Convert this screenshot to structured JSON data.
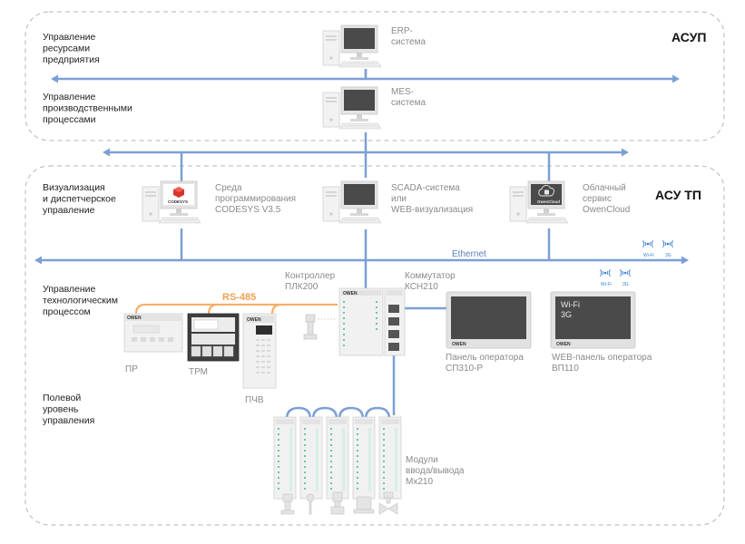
{
  "zones": {
    "top_title": "АСУП",
    "bottom_title": "АСУ ТП"
  },
  "levels": {
    "resource": [
      "Управление",
      "ресурсами",
      "предприятия"
    ],
    "production": [
      "Управление",
      "производственными",
      "процессами"
    ],
    "dispatch": [
      "Визуализация",
      "и диспетчерское",
      "управление"
    ],
    "process": [
      "Управление",
      "технологическим",
      "процессом"
    ],
    "field": [
      "Полевой",
      "уровень",
      "управления"
    ]
  },
  "systems": {
    "erp": [
      "ERP-",
      "система"
    ],
    "mes": [
      "MES-",
      "система"
    ],
    "codesys": [
      "Среда",
      "программирования",
      "CODESYS V3.5"
    ],
    "scada": [
      "SCADA-система",
      "или",
      "WEB-визуализация"
    ],
    "cloud": [
      "Облачный",
      "сервис",
      "OwenCloud"
    ]
  },
  "logos": {
    "codesys": "CODESYS",
    "owencloud": "OwenCloud"
  },
  "network": {
    "ethernet": "Ethernet",
    "rs485": "RS-485"
  },
  "wireless": {
    "wifi": "Wi-Fi",
    "g3": "3G"
  },
  "devices": {
    "controller": [
      "Контроллер",
      "ПЛК200"
    ],
    "switch": [
      "Коммутатор",
      "КСН210"
    ],
    "pr": "ПР",
    "trm": "ТРМ",
    "pchv": "ПЧВ",
    "panel_op": [
      "Панель оператора",
      "СП310-Р"
    ],
    "web_panel": [
      "WEB-панель оператора",
      "ВП110"
    ],
    "web_panel_screen": [
      "Wi-Fi",
      "3G"
    ],
    "modules": [
      "Модули",
      "ввода/вывода",
      "Мх210"
    ],
    "brand": "OWEN"
  }
}
